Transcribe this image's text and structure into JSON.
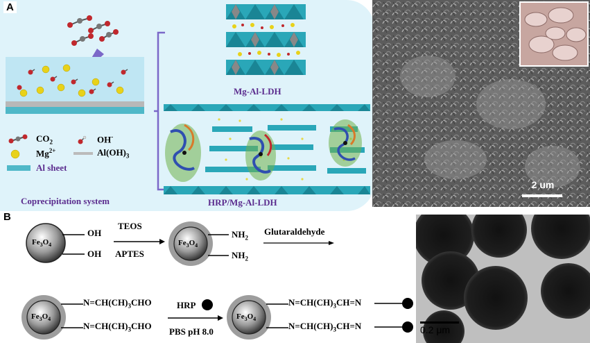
{
  "panelA": {
    "tag": "A",
    "legend": {
      "co2": "CO",
      "co2_sub": "2",
      "oh": "OH",
      "oh_sup": "-",
      "mg": "Mg",
      "mg_sup": "2+",
      "aloh": "Al(OH)",
      "aloh_sub": "3",
      "al_sheet": "Al sheet"
    },
    "coprecipitation_label": "Coprecipitation system",
    "mg_al_ldh_label": "Mg-Al-LDH",
    "hrp_ldh_label": "HRP/Mg-Al-LDH",
    "sem_scale": "2 um"
  },
  "panelB": {
    "tag": "B",
    "fe3o4": "Fe",
    "fe3o4_sub1": "3",
    "o": "O",
    "fe3o4_sub2": "4",
    "oh": "OH",
    "teos": "TEOS",
    "aptes": "APTES",
    "nh2": "NH",
    "nh2_sub": "2",
    "glutaraldehyde": "Glutaraldehyde",
    "chain1": "N=CH(CH)",
    "chain1_sub": "3",
    "chain1_tail": "CHO",
    "hrp": "HRP",
    "pbs": "PBS pH 8.0",
    "chain2": "N=CH(CH)",
    "chain2_sub": "3",
    "chain2_tail": "CH=N",
    "tem_scale": "0.2 μm"
  },
  "colors": {
    "panel_bg": "#dff3fa",
    "label_purple": "#5b2c8e",
    "arrow_purple": "#7b68c8",
    "mg_yellow": "#e8d21a",
    "oxygen_red": "#c0282d",
    "teal": "#2aa7b8"
  }
}
